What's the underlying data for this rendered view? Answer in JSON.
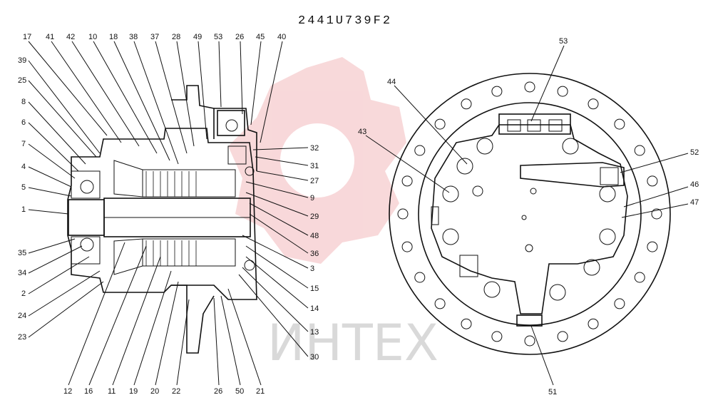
{
  "title": "2441U739F2",
  "watermark": "ИНТЕХ",
  "left_view": {
    "top_callouts": [
      "17",
      "41",
      "42",
      "10",
      "18",
      "38",
      "37",
      "28",
      "49",
      "53",
      "26",
      "45",
      "40"
    ],
    "left_callouts": [
      "39",
      "25",
      "8",
      "6",
      "7",
      "4",
      "5",
      "1",
      "35",
      "34",
      "2",
      "24",
      "23"
    ],
    "right_callouts": [
      "32",
      "31",
      "27",
      "9",
      "29",
      "48",
      "36",
      "3",
      "15",
      "14",
      "13",
      "30"
    ],
    "bottom_callouts": [
      "12",
      "16",
      "11",
      "19",
      "20",
      "22",
      "26",
      "50",
      "21"
    ]
  },
  "right_view": {
    "callouts": [
      "53",
      "44",
      "43",
      "52",
      "46",
      "47",
      "51"
    ]
  },
  "colors": {
    "line": "#111111",
    "watermark": "#f3b9bc",
    "watermark_text": "#d9d9d9"
  }
}
